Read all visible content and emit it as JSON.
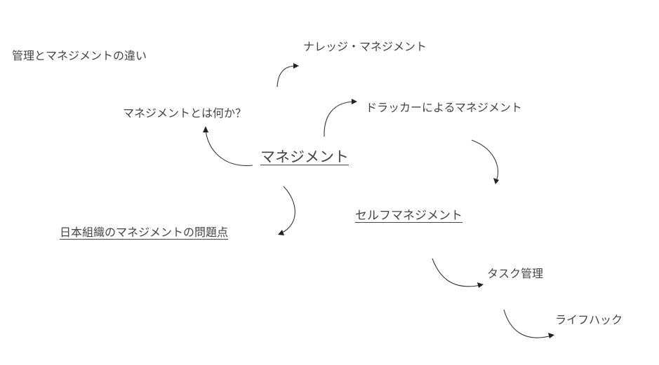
{
  "nodes": {
    "kanri_to_management": "管理とマネジメントの違い",
    "knowledge_management": "ナレッジ・マネジメント",
    "what_is_management": "マネジメントとは何か？",
    "drucker_management": "ドラッカーによるマネジメント",
    "management": "マネジメント",
    "self_management": "セルフマネジメント",
    "japan_org_problems": "日本組織のマネジメントの問題点",
    "task_management": "タスク管理",
    "life_hack": "ライフハック"
  },
  "colors": {
    "text": "#444444",
    "arrow": "#333333"
  }
}
